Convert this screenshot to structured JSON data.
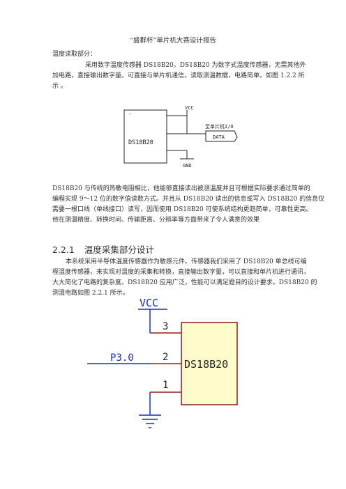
{
  "header": {
    "title": "“盛群杯”单片机大赛设计报告"
  },
  "section_intro": {
    "label": "温度读取部分："
  },
  "paragraph1": [
    "采用数字温度传感器 DS18B20。DS18B20 为数字式温度传感器，无需其他外",
    "加电路，直接输出数字量。可直接与单片机通信，读取测温数据，电路简单。如图 1.2.2 所",
    "示 。"
  ],
  "figure1": {
    "chip": "DS18B20",
    "vcc": "VCC",
    "gnd": "GND",
    "mcu_label": "至单片机I/O",
    "data_label": "DATA",
    "dot": "."
  },
  "paragraph2": [
    "DS18B20 与传统的热敏电阻相比，他能够直接读出被测温度并且可根据实际要求通过简单的",
    "编程实现 9～12 位的数字值读数方式。并且从 DS18B20 读出的信息或写入 DS18B20 的信息仅",
    "需要一根口线（单线接口）读写，因而使用 DS18B20 可使系统结构更趋简单，可靠性更高。",
    "他在测温精度、转换时间、传输距离、分辨率等方面带来了令人满意的效果"
  ],
  "section": {
    "number": "2.2.1",
    "title": "温度采集部分设计"
  },
  "paragraph3": [
    "本系统采用半导体温度传感器作为敏感元件。传感器我们采用了 DS18B20 单总线可编",
    "程温度传感器，来实现对温度的采集和转换，直接输出数字量，可以直接和单片机进行通讯，",
    "大大简化了电路的复杂度。DS18B20 应用广泛，性能可以满足题目的设计要求。DS18B20 的",
    "测温电路如图 2.2.1 所示。"
  ],
  "figure2": {
    "chip": "DS18B20",
    "vcc": "VCC",
    "port": "P3.0",
    "pin3": "3",
    "pin2": "2",
    "pin1": "1"
  },
  "colors": {
    "wire_blue": "#1a2eb0",
    "wire_red": "#a01818",
    "chip_fill": "#fffccc",
    "chip_border": "#8b1a1a",
    "text_dark": "#333333"
  }
}
